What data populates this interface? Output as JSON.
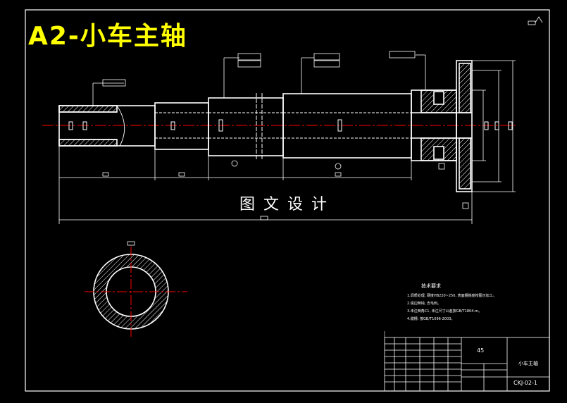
{
  "drawing": {
    "banner_title": "A2-小车主轴",
    "watermark": "图文设计",
    "technical_requirements": {
      "title": "技术要求",
      "lines": [
        "1.调质处理, 硬度HB220~250, 表面粗糙度按图示加工。",
        "2.锐边倒钝, 去毛刺。",
        "3.未注倒角C1, 未注尺寸公差按GB/T1804-m。",
        "4.键槽: 按GB/T1096-2003。"
      ]
    },
    "title_block": {
      "material": "45",
      "part_name": "小车主轴",
      "drawing_number": "CKJ-02-1"
    }
  },
  "colors": {
    "background": "#000000",
    "outline": "#ffffff",
    "centerline": "#ff0000",
    "banner": "#ffff00",
    "hatch": "#ffffff"
  }
}
